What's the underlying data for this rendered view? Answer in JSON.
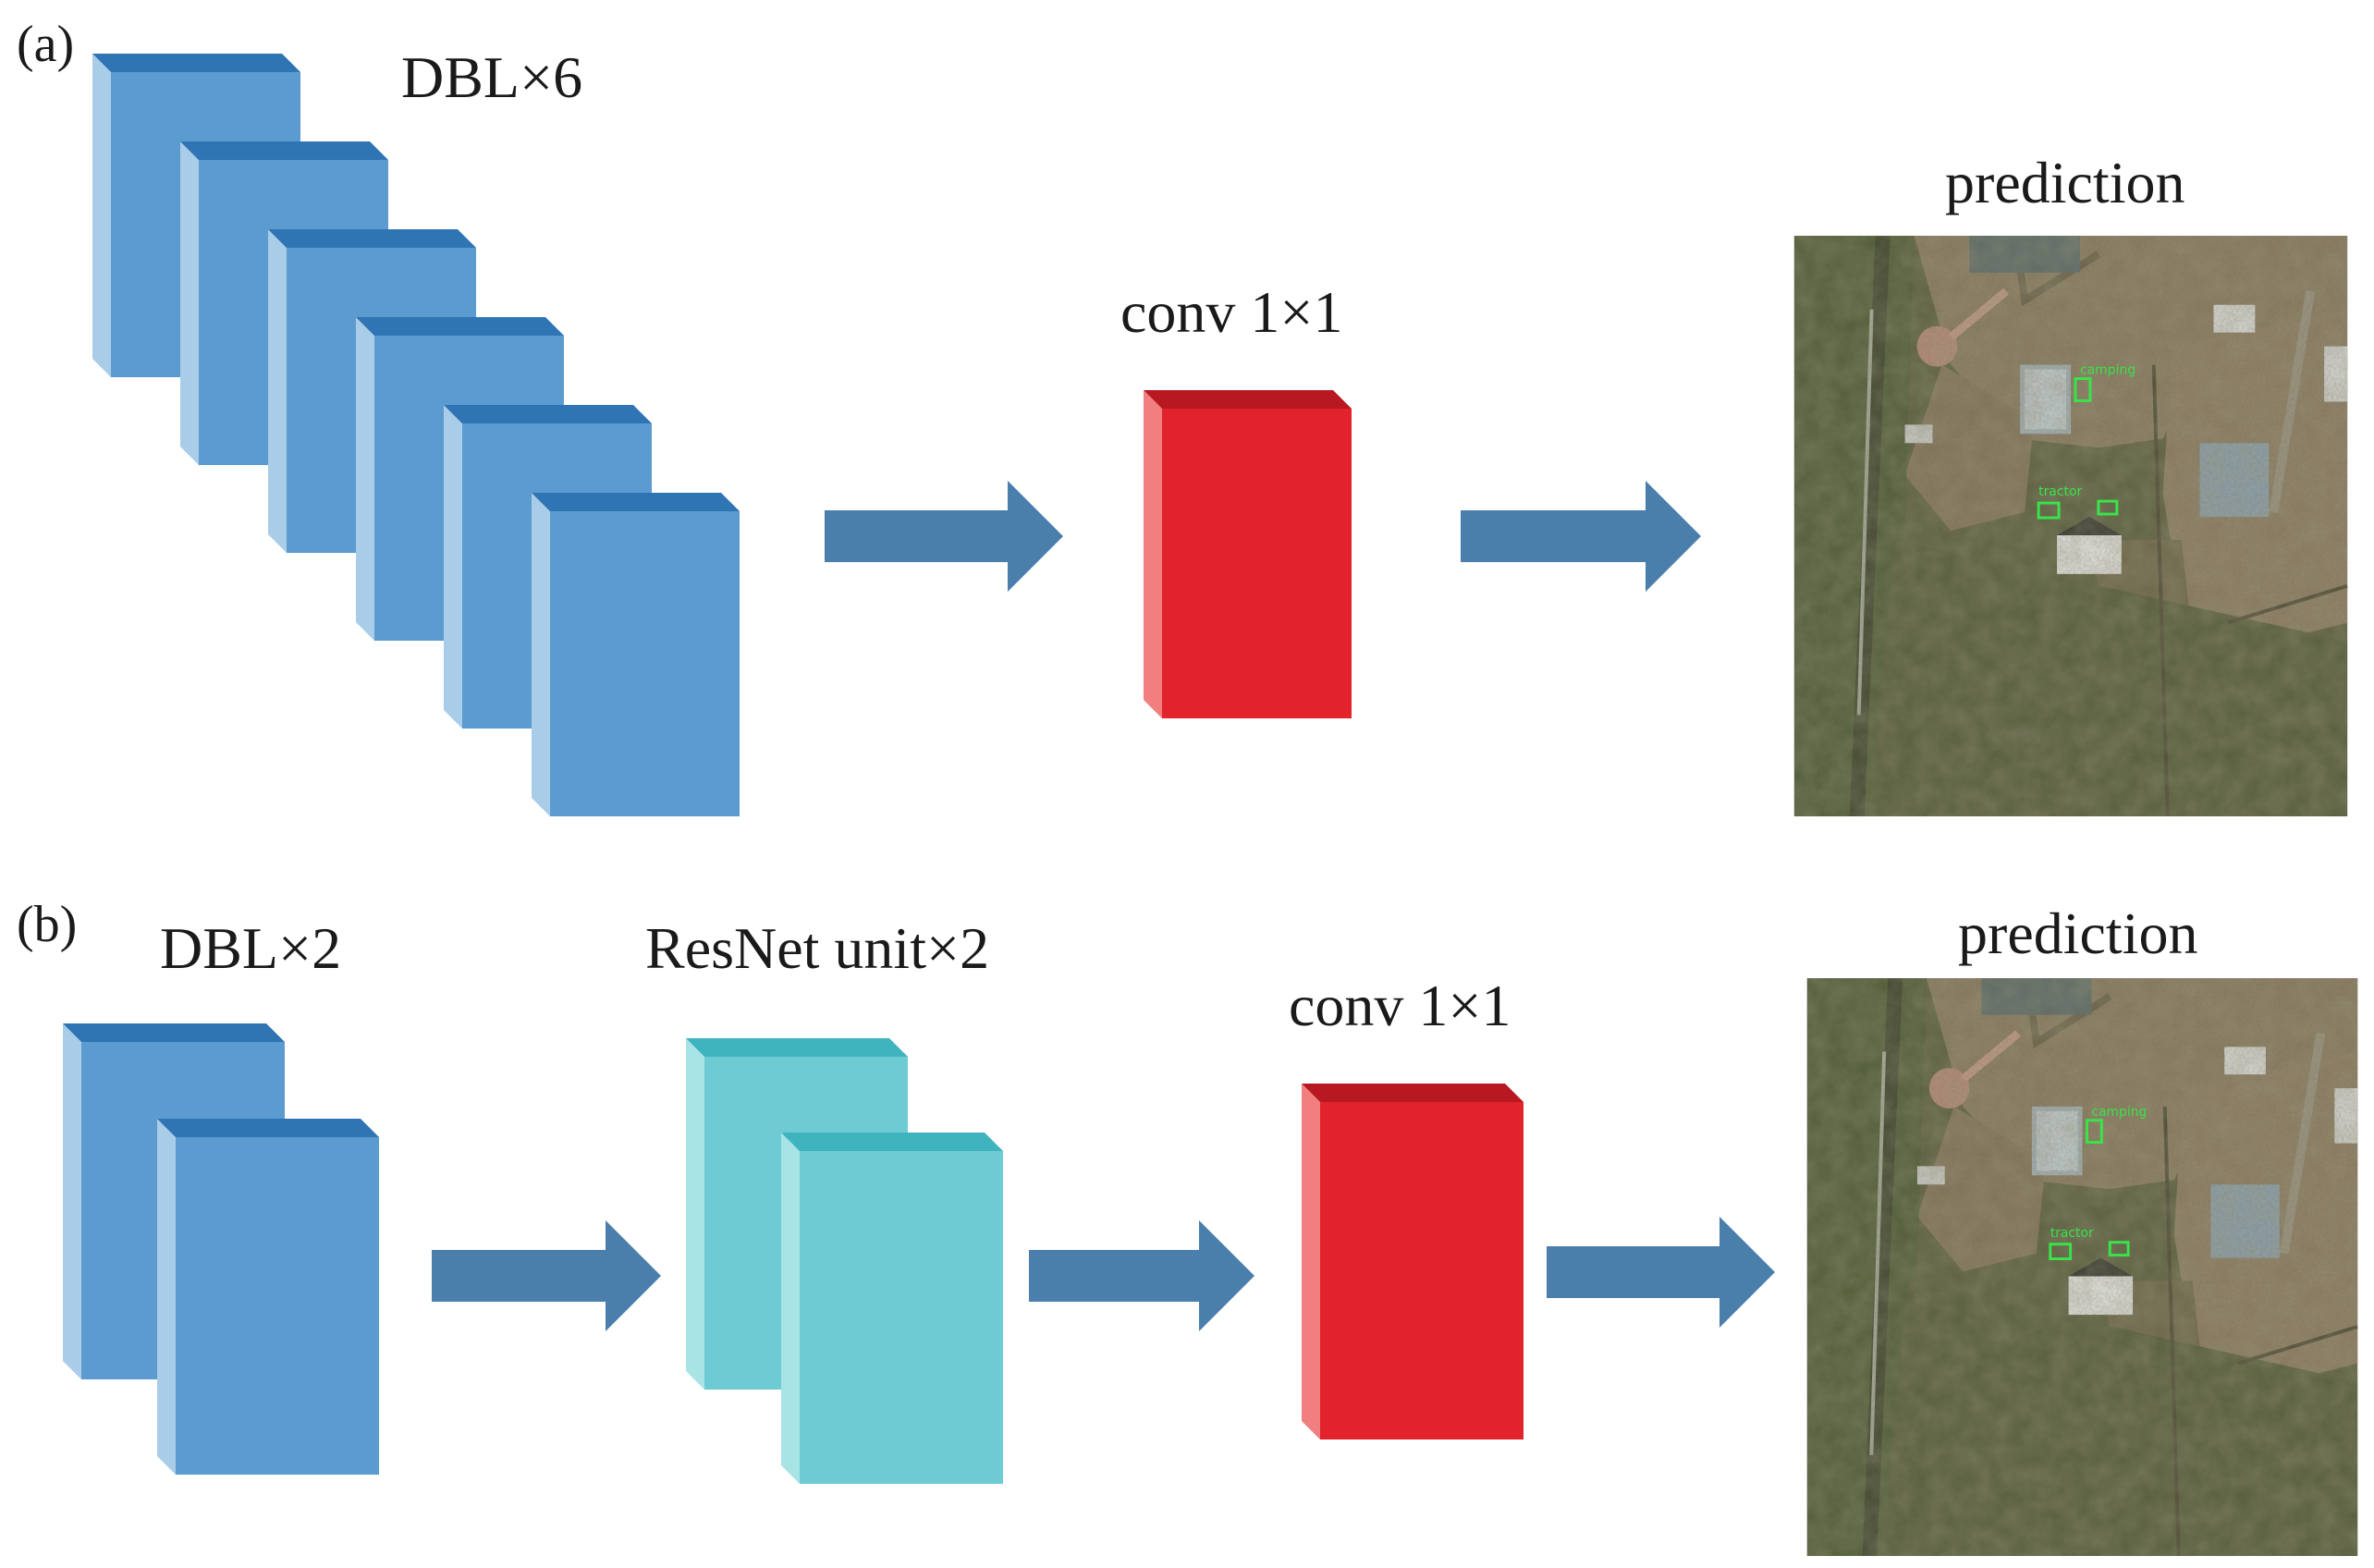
{
  "panel_a": {
    "tag": "(a)",
    "block_label": "DBL×6",
    "conv_label": "conv 1×1",
    "prediction_label": "prediction",
    "detections": [
      "tractor",
      "camping"
    ]
  },
  "panel_b": {
    "tag": "(b)",
    "block_label": "DBL×2",
    "resnet_label": "ResNet unit×2",
    "conv_label": "conv 1×1",
    "prediction_label": "prediction",
    "detections": [
      "tractor",
      "camping"
    ]
  },
  "colors": {
    "dbl_front": "#5b9bd0",
    "dbl_side": "#a9cce9",
    "dbl_top": "#2f74b3",
    "resnet_front": "#6fcbd3",
    "resnet_side": "#a8e3e6",
    "resnet_top": "#3fb4bf",
    "conv_front": "#e2232b",
    "conv_side": "#f27f80",
    "conv_top": "#b8181f",
    "arrow": "#4a7eab"
  }
}
